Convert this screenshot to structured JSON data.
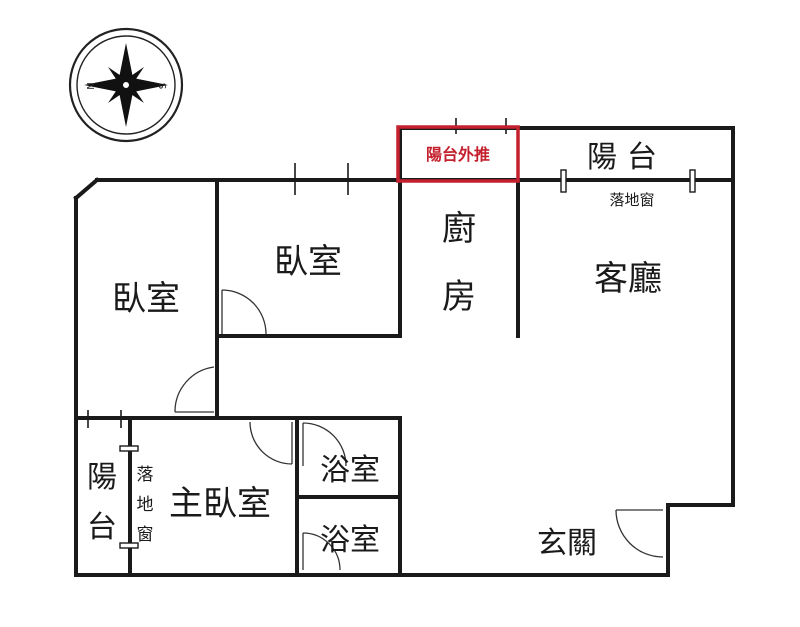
{
  "compass": {
    "icon": "compass-rose-icon",
    "north": "N",
    "south": "S"
  },
  "rooms": {
    "bedroom_left": "臥室",
    "bedroom_top": "臥室",
    "kitchen_line1": "廚",
    "kitchen_line2": "房",
    "living_room": "客廳",
    "balcony_top": "陽台",
    "french_window_top": "落地窗",
    "balcony_extension": "陽台外推",
    "balcony_left_1": "陽",
    "balcony_left_2": "台",
    "french_window_left_1": "落",
    "french_window_left_2": "地",
    "french_window_left_3": "窗",
    "master_bedroom": "主臥室",
    "bathroom_upper": "浴室",
    "bathroom_lower": "浴室",
    "entrance": "玄關"
  },
  "colors": {
    "wall": "#1a1a1a",
    "highlight": "#c4202e"
  }
}
